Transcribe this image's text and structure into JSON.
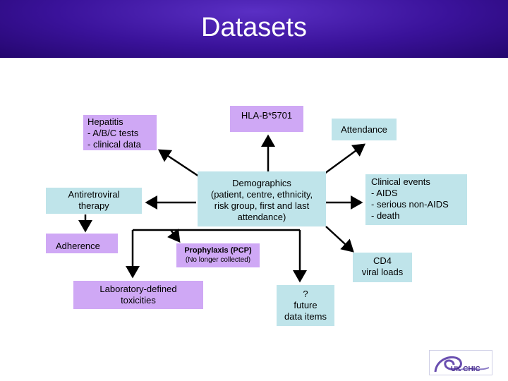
{
  "title": "Datasets",
  "nodes": {
    "hepatitis": "Hepatitis\n- A/B/C tests\n- clinical data",
    "hla": "HLA-B*5701",
    "attendance": "Attendance",
    "antiretroviral": "Antiretroviral\ntherapy",
    "demographics": "Demographics\n(patient, centre, ethnicity,\nrisk group, first and last\nattendance)",
    "clinical_events": "Clinical events\n- AIDS\n- serious non-AIDS\n- death",
    "adherence": "Adherence",
    "prophylaxis": "Prophylaxis (PCP)",
    "prophylaxis_note": "(No longer collected)",
    "cd4": "CD4\nviral loads",
    "lab_toxicities": "Laboratory-defined\ntoxicities",
    "future": "?\nfuture\ndata items"
  },
  "logo_text": "UK CHIC",
  "colors": {
    "header": "#3a129a",
    "purple_box": "#cfa8f5",
    "cyan_box": "#bfe4ea"
  }
}
